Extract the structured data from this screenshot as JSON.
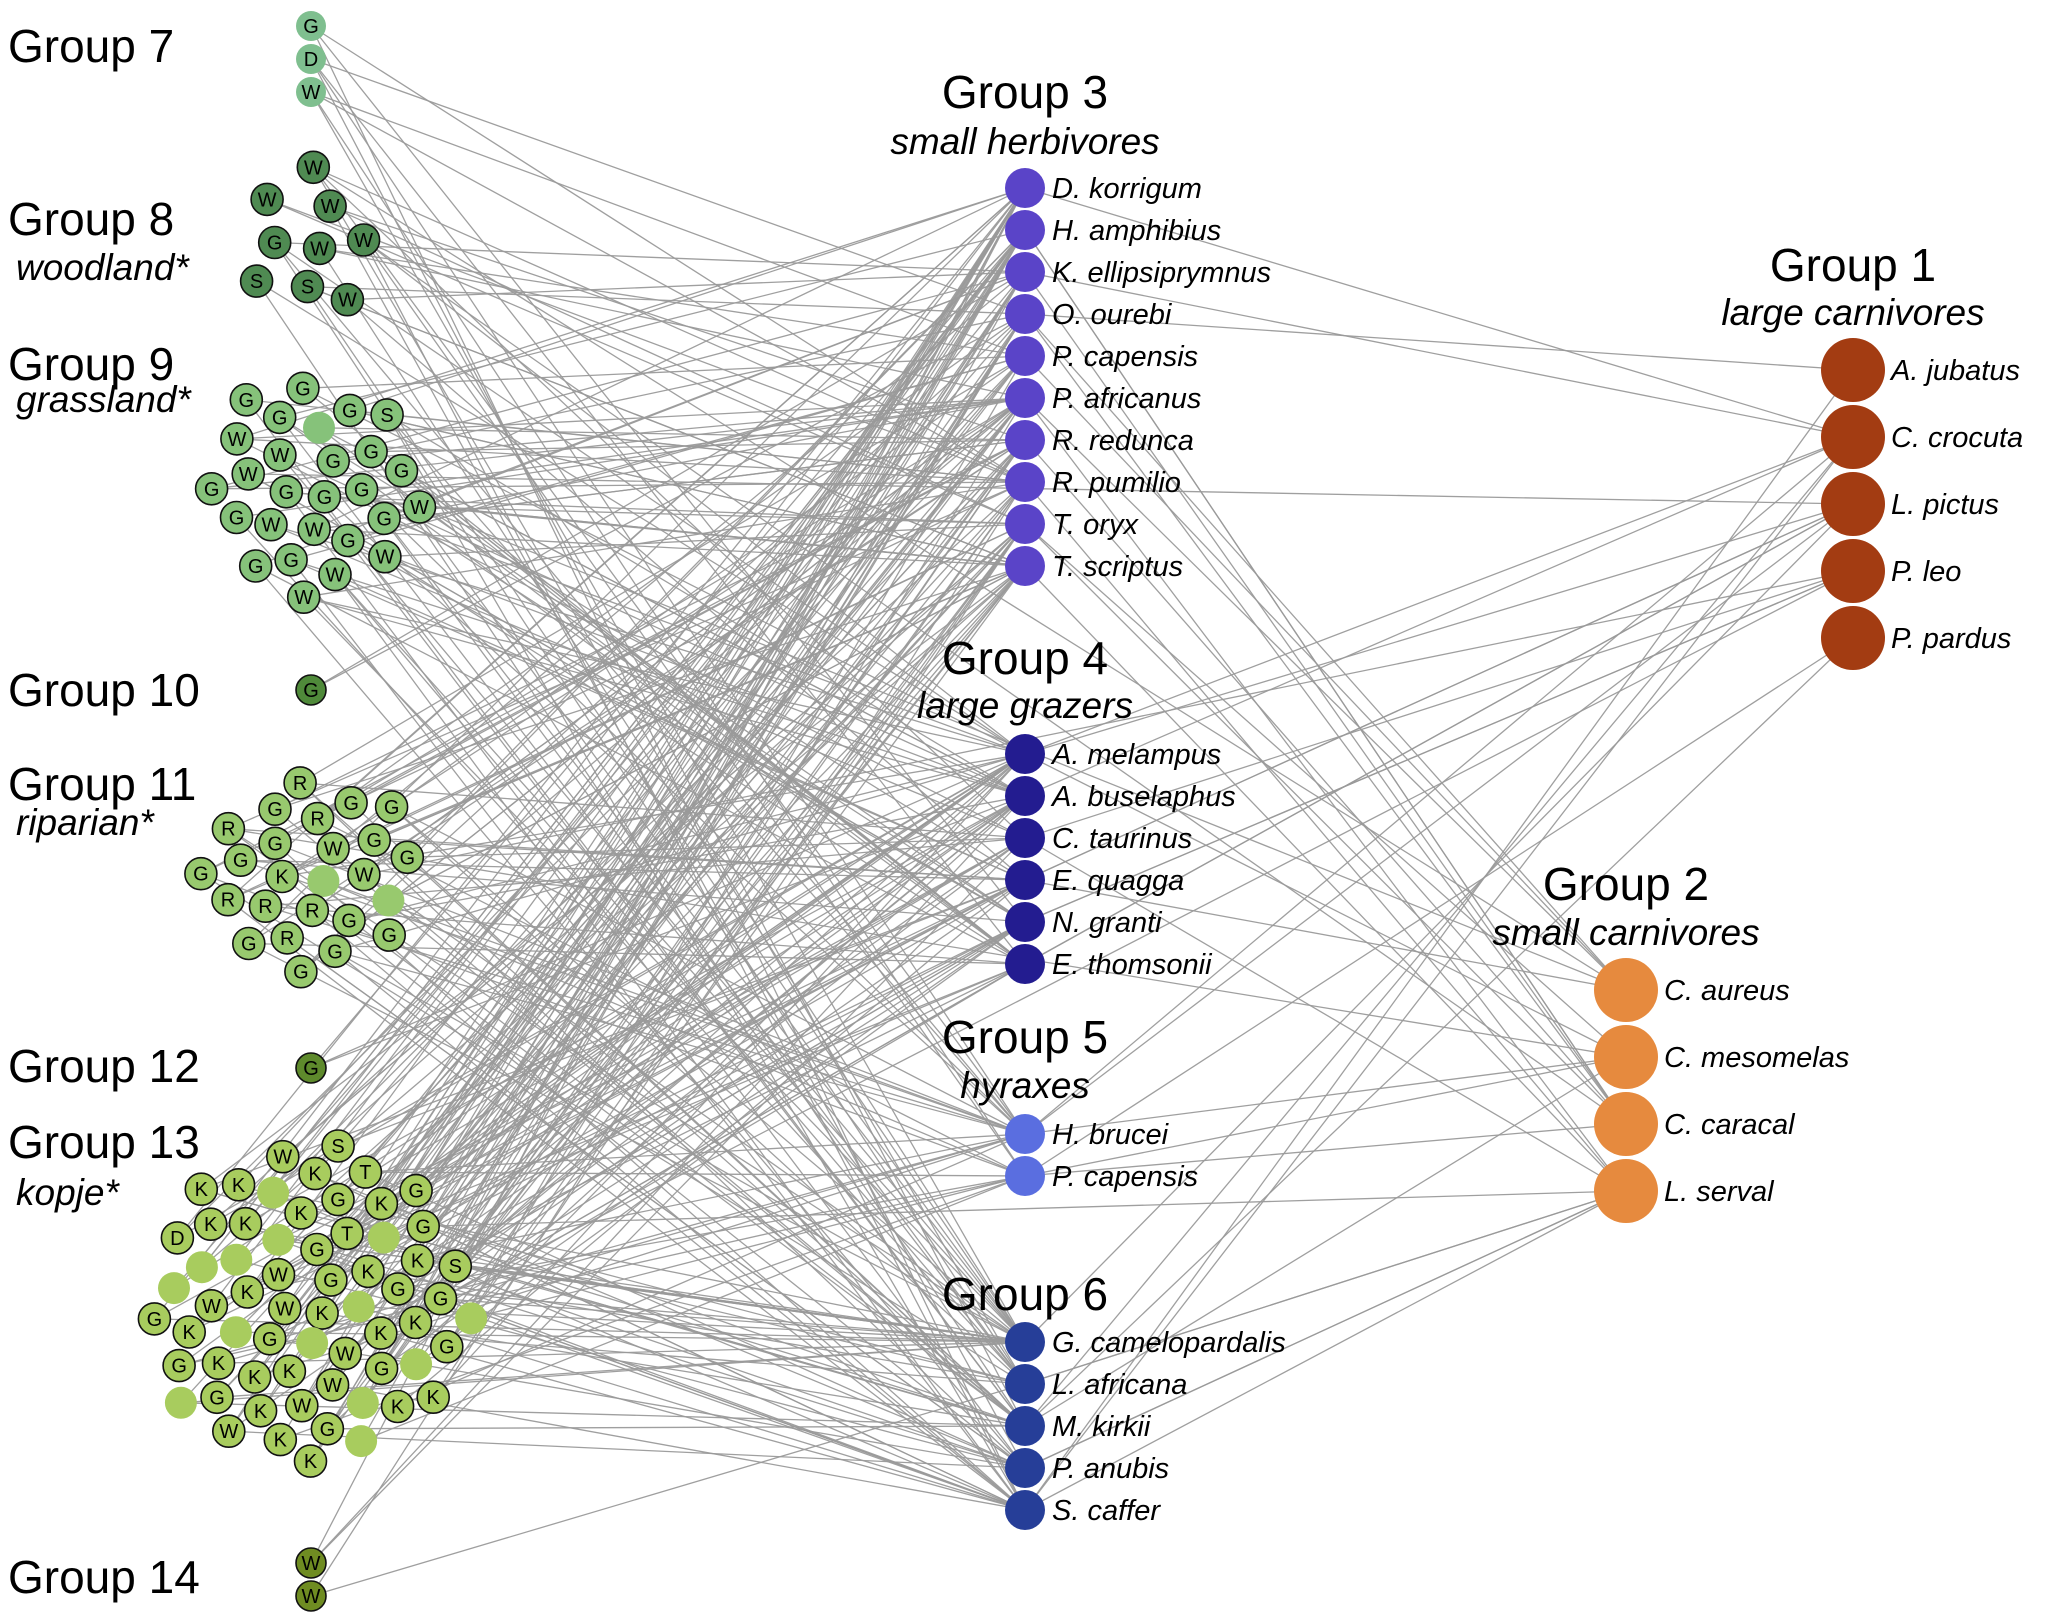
{
  "left_groups": [
    {
      "id": "g7",
      "label": "Group 7",
      "subtitle": "",
      "color": "#7fbf8f",
      "outlined": false,
      "letters": [
        "G",
        "D",
        "W"
      ]
    },
    {
      "id": "g8",
      "label": "Group 8",
      "subtitle": "woodland*",
      "color": "#4f8a52",
      "outlined": true,
      "letters": [
        "W",
        "G",
        "W",
        "S",
        "W",
        "W",
        "S",
        "W",
        "W"
      ]
    },
    {
      "id": "g9",
      "label": "Group 9",
      "subtitle": "grassland*",
      "color": "#86c27a",
      "outlined": true,
      "letters": [
        "G",
        "G",
        "G",
        "W",
        "W",
        "G",
        "W",
        "",
        "G",
        "W",
        "G",
        "G",
        "G",
        "G",
        "G",
        "G",
        "W",
        "W",
        "G",
        "G",
        "G",
        "W",
        "G",
        "S",
        "W",
        "G",
        "W"
      ]
    },
    {
      "id": "g10",
      "label": "Group 10",
      "subtitle": "",
      "color": "#4f8a3a",
      "outlined": true,
      "letters": [
        "G"
      ]
    },
    {
      "id": "g11",
      "label": "Group 11",
      "subtitle": "riparian*",
      "color": "#98c96e",
      "outlined": true,
      "letters": [
        "",
        "K",
        "W",
        "R",
        "G",
        "W",
        "R",
        "R",
        "G",
        "G",
        "G",
        "R",
        "G",
        "",
        "R",
        "G",
        "G",
        "R",
        "G",
        "G",
        "R",
        "G",
        "G",
        "G",
        "G"
      ]
    },
    {
      "id": "g12",
      "label": "Group 12",
      "subtitle": "",
      "color": "#5e8a2c",
      "outlined": true,
      "letters": [
        "G"
      ]
    },
    {
      "id": "g13",
      "label": "Group 13",
      "subtitle": "kopje*",
      "color": "#a8cc5e",
      "outlined": true,
      "letters": [
        "K",
        "W",
        "G",
        "",
        "W",
        "",
        "G",
        "G",
        "W",
        "K",
        "K",
        "K",
        "",
        "K",
        "",
        "T",
        "W",
        "",
        "G",
        "K",
        "K",
        "G",
        "W",
        "",
        "W",
        "K",
        "K",
        "K",
        "G",
        "",
        "",
        "K",
        "K",
        "",
        "",
        "K",
        "K",
        "G",
        "K",
        "G",
        "G",
        "K",
        "K",
        "",
        "G",
        "K",
        "K",
        "G",
        "G",
        "T",
        "",
        "D",
        "S",
        "W",
        "W",
        "K",
        "G",
        "G",
        "K",
        "K",
        "",
        "",
        "S"
      ]
    },
    {
      "id": "g14",
      "label": "Group 14",
      "subtitle": "",
      "color": "#6f8c22",
      "outlined": true,
      "letters": [
        "W",
        "W"
      ]
    }
  ],
  "right_groups": [
    {
      "id": "g3",
      "label": "Group 3",
      "subtitle": "small herbivores",
      "color": "#5a44c8",
      "species": [
        "D. korrigum",
        "H. amphibius",
        "K. ellipsiprymnus",
        "O. ourebi",
        "P. capensis",
        "P. africanus",
        "R. redunca",
        "R. pumilio",
        "T. oryx",
        "T. scriptus"
      ]
    },
    {
      "id": "g4",
      "label": "Group 4",
      "subtitle": "large grazers",
      "color": "#231c90",
      "species": [
        "A. melampus",
        "A. buselaphus",
        "C. taurinus",
        "E. quagga",
        "N. granti",
        "E. thomsonii"
      ]
    },
    {
      "id": "g5",
      "label": "Group 5",
      "subtitle": "hyraxes",
      "color": "#5a6ee0",
      "species": [
        "H. brucei",
        "P. capensis"
      ]
    },
    {
      "id": "g6",
      "label": "Group 6",
      "subtitle": "",
      "color": "#263e98",
      "species": [
        "G. camelopardalis",
        "L. africana",
        "M. kirkii",
        "P. anubis",
        "S. caffer"
      ]
    },
    {
      "id": "g1",
      "label": "Group 1",
      "subtitle": "large carnivores",
      "color": "#a33c12",
      "species": [
        "A. jubatus",
        "C. crocuta",
        "L. pictus",
        "P. leo",
        "P. pardus"
      ]
    },
    {
      "id": "g2",
      "label": "Group 2",
      "subtitle": "small carnivores",
      "color": "#e68a3e",
      "species": [
        "C. aureus",
        "C. mesomelas",
        "C. caracal",
        "L. serval"
      ]
    }
  ],
  "edge_color": "#9a9a9a"
}
